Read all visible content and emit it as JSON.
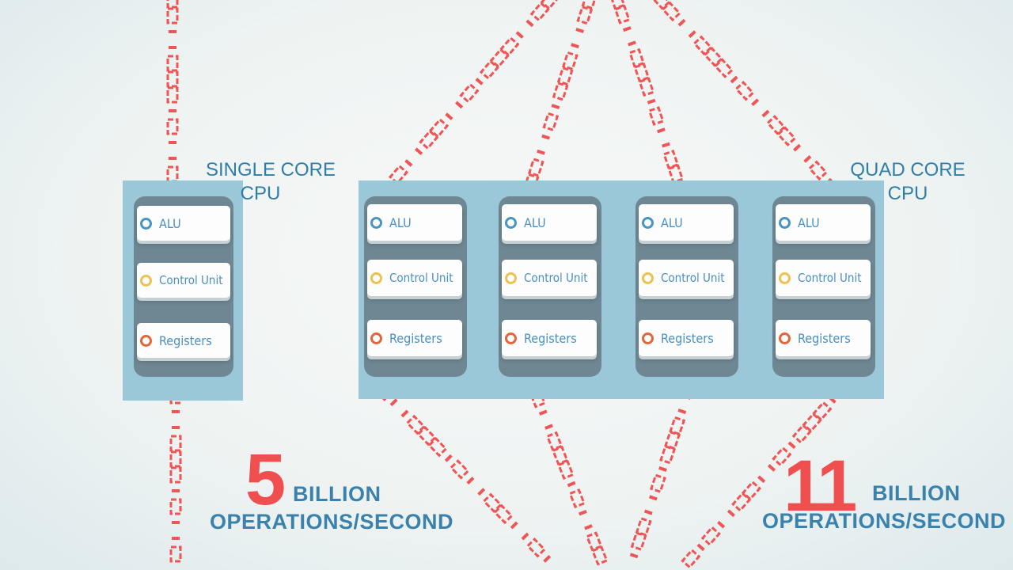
{
  "single": {
    "title_line1": "SINGLE CORE",
    "title_line2": "CPU",
    "components": [
      "ALU",
      "Control Unit",
      "Registers"
    ],
    "ops_number": "5",
    "ops_unit": "BILLION",
    "ops_label": "OPERATIONS/SECOND"
  },
  "quad": {
    "title_line1": "QUAD CORE",
    "title_line2": "CPU",
    "cores": [
      {
        "components": [
          "ALU",
          "Control Unit",
          "Registers"
        ]
      },
      {
        "components": [
          "ALU",
          "Control Unit",
          "Registers"
        ]
      },
      {
        "components": [
          "ALU",
          "Control Unit",
          "Registers"
        ]
      },
      {
        "components": [
          "ALU",
          "Control Unit",
          "Registers"
        ]
      }
    ],
    "ops_number": "11",
    "ops_unit": "BILLION",
    "ops_label": "OPERATIONS/SECOND"
  },
  "colors": {
    "bit_stream": "#ef5555",
    "panel": "#9ac8d8",
    "core": "#6e8793",
    "alu_dot": "#4a95c0",
    "control_dot": "#eac351",
    "register_dot": "#e0673c",
    "title_text": "#2f7ea6",
    "number_text": "#f04f4f"
  },
  "icons": [
    "circle-marker-icon"
  ]
}
